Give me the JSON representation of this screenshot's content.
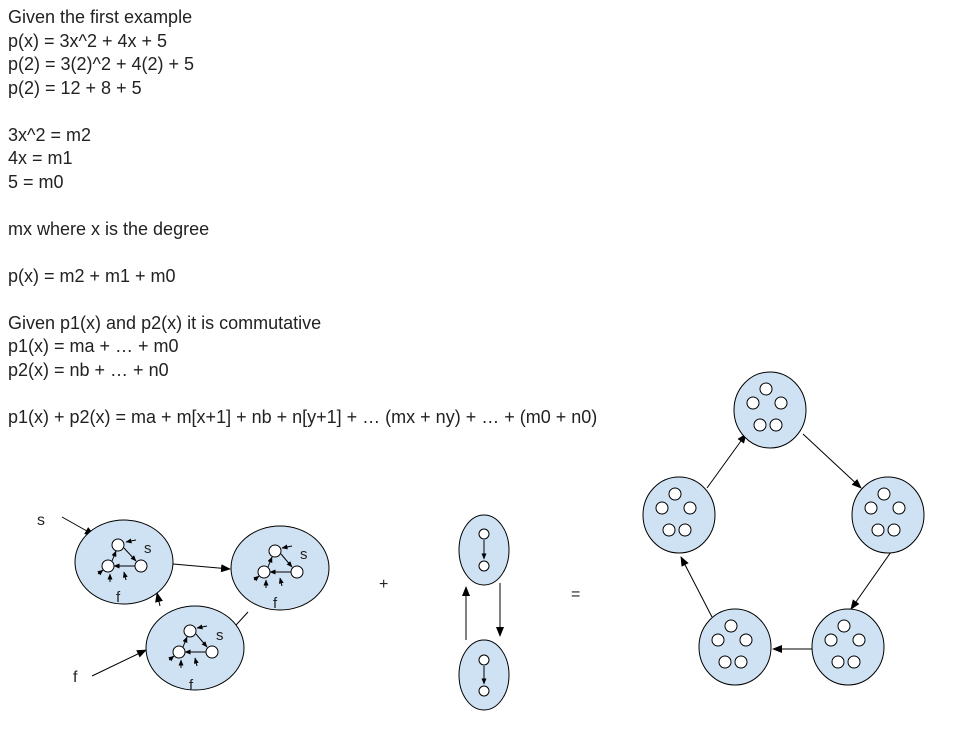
{
  "notes": {
    "lines": [
      "Given the first example",
      "p(x) = 3x^2 + 4x + 5",
      "p(2) = 3(2)^2 + 4(2) + 5",
      "p(2) = 12 + 8 + 5",
      "",
      "3x^2 = m2",
      "4x = m1",
      "5 = m0",
      "",
      "mx where x is the degree",
      "",
      "p(x) = m2 + m1 + m0",
      "",
      "Given p1(x) and p2(x) it is commutative",
      "p1(x) = ma + … + m0",
      "p2(x) = nb + … + n0",
      "",
      "p1(x) + p2(x) = ma + m[x+1] + nb + n[y+1] + … (mx + ny) + … + (m0 + n0)"
    ]
  },
  "diagram": {
    "start_label": "s",
    "final_label": "f",
    "inner_s_label": "s",
    "inner_f_label": "f",
    "plus_sign": "+",
    "equals_sign": "=",
    "node_fill": "#cfe2f3",
    "stroke": "#000000"
  }
}
